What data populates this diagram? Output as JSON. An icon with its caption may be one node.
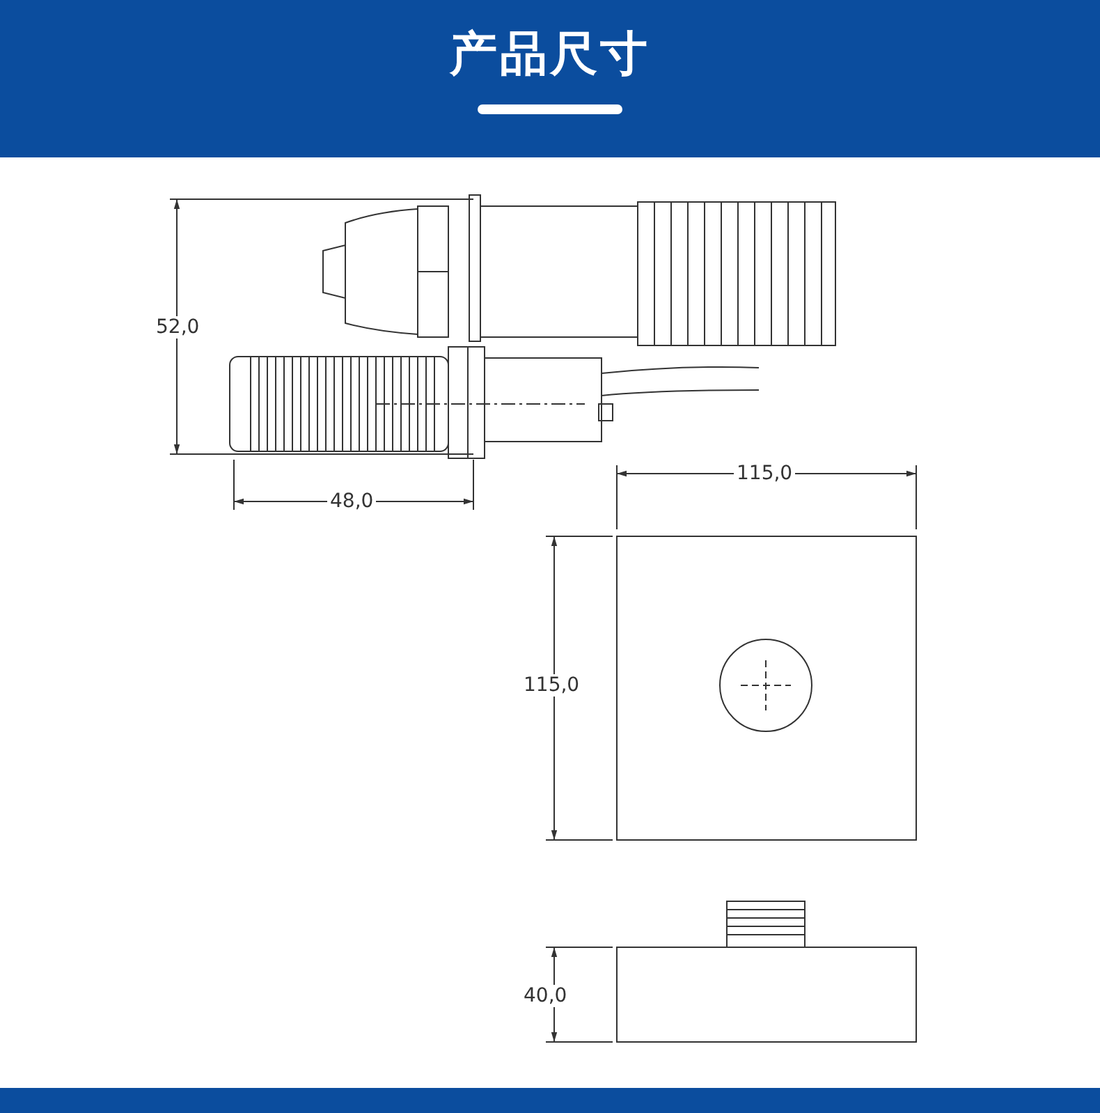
{
  "diagram": {
    "title": "产品尺寸",
    "labels": [
      "52,0",
      "48,0",
      "115,0",
      "115,0",
      "40,0"
    ]
  }
}
